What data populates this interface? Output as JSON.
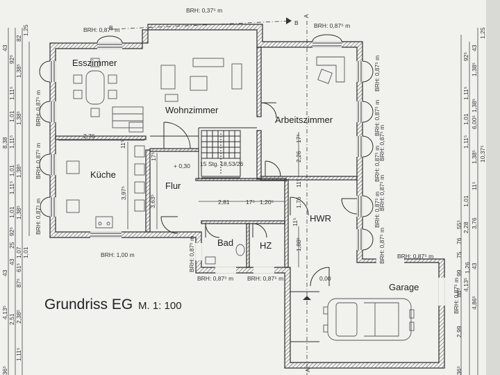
{
  "title": "Grundriss EG",
  "scale": "M. 1: 100",
  "rooms": {
    "esszimmer": "Esszimmer",
    "wohnzimmer": "Wohnzimmer",
    "arbeitszimmer": "Arbeitszimmer",
    "kueche": "Küche",
    "flur": "Flur",
    "bad": "Bad",
    "hz": "HZ",
    "hwr": "HWR",
    "garage": "Garage"
  },
  "section_marks": [
    "B",
    "B",
    "A",
    "A"
  ],
  "level_mark": "+ 0,30",
  "level_mark_garage": "0,00",
  "stair_note": "15 Stg. 18,53/26",
  "brh_labels": {
    "top": "BRH: 0,37⁵ m",
    "esszimmer_top": "BRH: 0,87⁵ m",
    "arbeitszimmer_top": "BRH: 0,87⁵ m",
    "kueche_bottom": "BRH: 1,00 m",
    "bad_bottom": "BRH: 0,87⁵ m",
    "hz_bottom": "BRH: 0,87⁵ m",
    "hwr_bottom": "BRH: 0,87⁵ m",
    "garage_top": "BRH: 0,87⁵ m",
    "bad_side": "BRH: 0,87⁵ m",
    "garage_side": "BRH: 0,87⁵ m",
    "left_1": "BRH: 0,87⁵ m",
    "left_2": "BRH: 0,87⁵ m",
    "left_3": "BRH: 0,87⁵ m",
    "right_1": "BRH: 0,87⁵ m",
    "right_2": "BRH: 0,87⁵ m",
    "right_3": "BRH: 0,87⁵ m",
    "right_4": "BRH: 0,87⁵ m",
    "right_5": "BRH: 0,87⁵ m",
    "right_6": "BRH: 0,87⁵ m"
  },
  "inner_dims": {
    "kitchen_width": "2,76",
    "kitchen_depth": "3,97⁵",
    "flur_depth": "3,63⁵",
    "flur_width": "2,81",
    "flur_seg": "17⁵",
    "flur_seg2": "1,20⁵",
    "hwr_h1": "2,26",
    "hwr_h2": "1,76",
    "hwr_h3": "1,88⁵",
    "small_1": "11⁵",
    "small_2": "17⁵",
    "small_3": "11⁵",
    "small_4": "17⁵",
    "small_5": "11⁵"
  },
  "left_dims": {
    "outer_total": "8,38",
    "lower_a": "4,13⁵",
    "lower_b": "2,51",
    "lower_c": "2,38⁵",
    "lower_d": "1,11⁵",
    "lower_e": "36⁵",
    "lower_f": "43",
    "seg_a": "1,25",
    "seg_b": "82",
    "seg_c": "43",
    "seg_d": "92⁵",
    "seg_e": "1,38⁵",
    "seg_f": "1,11⁵",
    "seg_g": "1,01",
    "seg_h": "1,38⁵",
    "seg_i": "1,11⁵",
    "seg_j": "1,01",
    "seg_k": "1,38⁵",
    "seg_l": "1,11⁵",
    "seg_m": "1,01",
    "seg_n": "1,38⁵",
    "seg_o": "92⁵",
    "seg_p": "1,07",
    "seg_q": "61⁵",
    "seg_r": "1,01",
    "seg_s": "25",
    "seg_t": "43",
    "seg_u": "87⁵"
  },
  "right_dims": {
    "total": "10,37⁵",
    "upper": "6,00⁵",
    "mid": "2,28",
    "garage_a": "4,13⁵",
    "garage_b": "4,86⁵",
    "garage_c": "2,99",
    "seg_a": "1,25",
    "seg_b": "43",
    "seg_c": "92⁵",
    "seg_d": "1,38⁵",
    "seg_e": "1,11⁵",
    "seg_f": "1,01",
    "seg_g": "1,38⁵",
    "seg_h": "1,11⁵",
    "seg_i": "1,01",
    "seg_j": "1,38⁵",
    "seg_k": "55⁵",
    "seg_l": "3,76",
    "seg_m": "76",
    "seg_n": "75",
    "seg_o": "99",
    "seg_p": "1,26",
    "seg_q": "88⁵",
    "seg_r": "43",
    "seg_s": "36⁵",
    "seg_t": "11⁵"
  }
}
